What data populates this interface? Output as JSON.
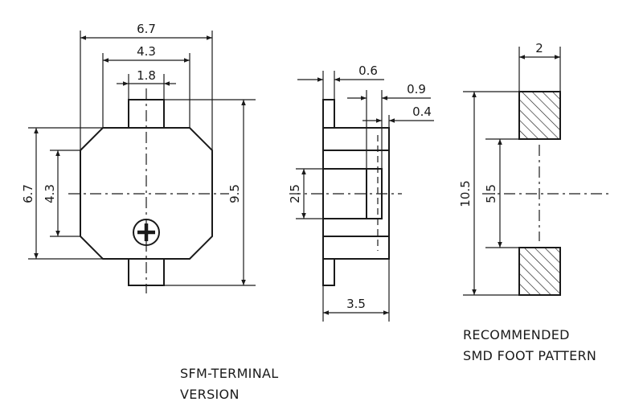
{
  "front_view": {
    "dims": {
      "width_overall": "6.7",
      "width_flat": "4.3",
      "terminal_width": "1.8",
      "height_overall": "6.7",
      "height_flat": "4.3",
      "length_with_terminals": "9.5"
    },
    "caption": [
      "SFM-TERMINAL",
      "VERSION"
    ]
  },
  "side_view": {
    "dims": {
      "terminal_thickness": "0.6",
      "step_a": "0.9",
      "step_b": "0.4",
      "port_height": "2.5",
      "depth": "3.5"
    }
  },
  "foot_pattern": {
    "dims": {
      "pad_width": "2",
      "overall_length": "10.5",
      "pad_gap": "5.5"
    },
    "caption": [
      "RECOMMENDED",
      "SMD FOOT PATTERN"
    ]
  }
}
